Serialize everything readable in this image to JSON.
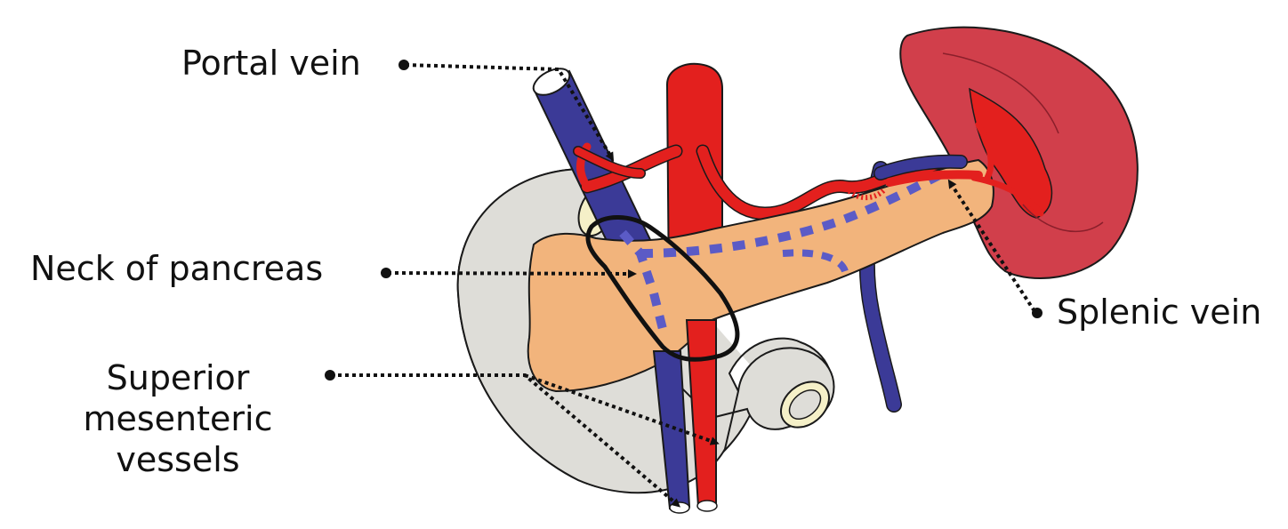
{
  "diagram": {
    "title": "",
    "labels": {
      "portal_vein": "Portal vein",
      "neck_of_pancreas": "Neck of pancreas",
      "superior_line1": "Superior",
      "superior_line2": "mesenteric vessels",
      "splenic_vein": "Splenic vein"
    },
    "colors": {
      "vein": "#3b3a97",
      "artery": "#e3201e",
      "spleen": "#d13f4b",
      "pancreas": "#f2b47c",
      "duodenum": "#deddd8",
      "outline": "#1a1a1a",
      "duct": "#5b5bc6",
      "lumen": "#f5f0c8"
    },
    "structures": [
      "portal-vein",
      "aorta",
      "splenic-artery",
      "splenic-vein",
      "spleen",
      "pancreas",
      "duodenum",
      "pancreatic-duct",
      "superior-mesenteric-vein",
      "superior-mesenteric-artery",
      "neck-outline"
    ]
  }
}
